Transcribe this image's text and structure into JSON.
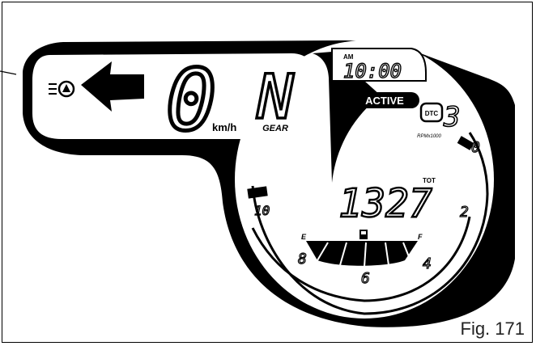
{
  "display": {
    "speed": "0",
    "speed_unit": "km/h",
    "gear": "N",
    "gear_label": "GEAR",
    "clock": "10:00",
    "clock_ampm": "AM",
    "status": "ACTIVE",
    "dtc_label": "DTC",
    "dtc_value": "3",
    "rpm_label": "RPMx1000",
    "odometer": "1327",
    "odometer_label": "TOT",
    "fuel_empty": "E",
    "fuel_full": "F",
    "rpm_scale": [
      "0",
      "2",
      "4",
      "6",
      "8",
      "10"
    ]
  },
  "caption": "Fig. 171",
  "icons": [
    "headlight-icon",
    "arrow-left-icon",
    "fuel-pump-icon"
  ],
  "colors": {
    "ink": "#000000",
    "lcd": "#ffffff"
  }
}
